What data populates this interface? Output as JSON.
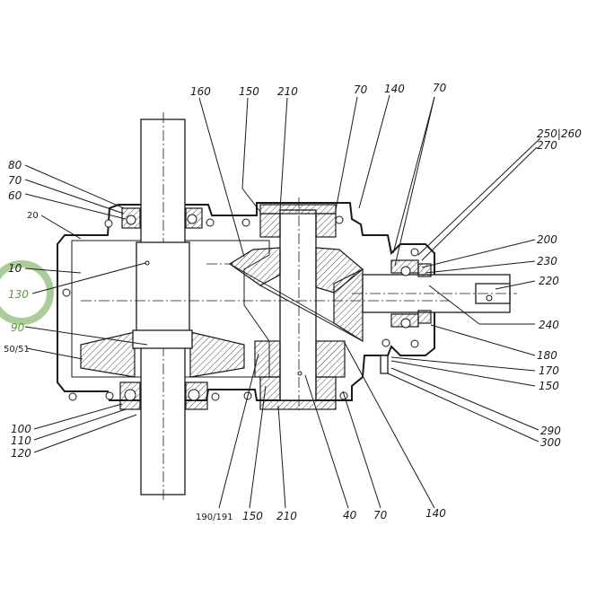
{
  "highlight": {
    "color": "#9dc48a",
    "text_color": "#5a9a3a"
  },
  "labels": {
    "l160": "160",
    "l150_top": "150",
    "l210_top": "210",
    "l70_top_a": "70",
    "l140_top": "140",
    "l70_top_b": "70",
    "l250_260": "250|260",
    "l270": "270",
    "l80": "80",
    "l70_left": "70",
    "l60": "60",
    "l20": "20",
    "l10": "10",
    "l130": "130",
    "l90": "90",
    "l50_51": "50/51",
    "l100": "100",
    "l110": "110",
    "l120": "120",
    "l200": "200",
    "l230": "230",
    "l220": "220",
    "l240": "240",
    "l180": "180",
    "l170": "170",
    "l150_right": "150",
    "l290": "290",
    "l300": "300",
    "l190_191": "190/191",
    "l150_bot": "150",
    "l210_bot": "210",
    "l40": "40",
    "l70_bot": "70",
    "l140_bot": "140"
  }
}
